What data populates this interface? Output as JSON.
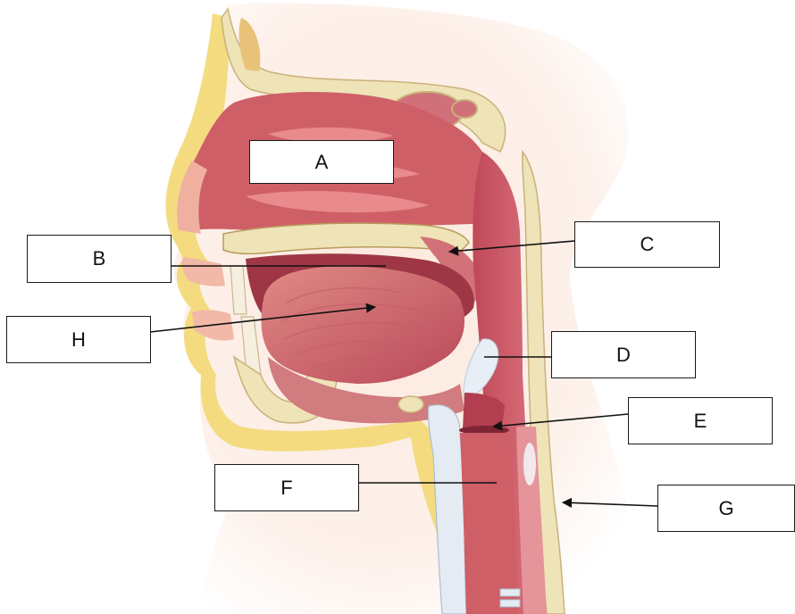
{
  "labels": {
    "a": "A",
    "b": "B",
    "c": "C",
    "d": "D",
    "e": "E",
    "f": "F",
    "g": "G",
    "h": "H"
  },
  "colors": {
    "background": "#ffffff",
    "skin": "#fbe6da",
    "tissue": "#d9646a",
    "cavity": "#c24a57",
    "bone": "#efe3b8",
    "cartilage": "#e4ebf3",
    "fat": "#f1d36b",
    "leader_line": "#111111",
    "box_border": "#1a1a1a"
  }
}
